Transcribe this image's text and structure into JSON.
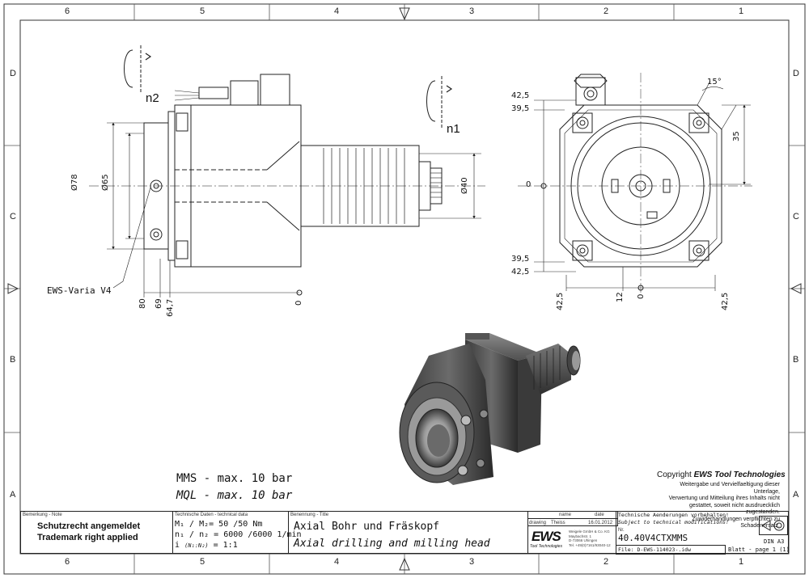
{
  "frame": {
    "zones_top": [
      "6",
      "5",
      "4",
      "3",
      "2",
      "1"
    ],
    "zones_bottom": [
      "6",
      "5",
      "4",
      "3",
      "2",
      "1"
    ],
    "zones_left": [
      "D",
      "C",
      "B",
      "A"
    ],
    "zones_right": [
      "D",
      "C",
      "B",
      "A"
    ]
  },
  "drawing": {
    "side_view": {
      "labels": {
        "n2": "n2",
        "n1": "n1",
        "interface": "EWS-Varia V4"
      },
      "dims": {
        "d78": "Ø78",
        "d65": "Ø65",
        "d40": "Ø40",
        "d80": "80",
        "d69": "69",
        "d647": "64,7",
        "d0": "0"
      }
    },
    "front_view": {
      "dims": {
        "a425": "42,5",
        "a395": "39,5",
        "zero_left": "0",
        "b395": "39,5",
        "b425": "42,5",
        "c425": "42,5",
        "c12": "12",
        "c0": "0",
        "c425b": "42,5",
        "angle": "15°",
        "h35": "35"
      }
    },
    "pressure": {
      "mms": "MMS - max. 10 bar",
      "mql": "MQL - max. 10 bar"
    },
    "copyright": {
      "head_prefix": "Copyright ",
      "head_brand": "EWS Tool Technologies",
      "lines": [
        "Weitergabe und Vervielfaeltigung dieser Unterlage,",
        "Verwertung und Mitteilung ihres Inhalts nicht",
        "gestattet, soweit nicht ausdruecklich zugestanden.",
        "Zuwiderhandlungen verpflichten zu Schadenersatz."
      ]
    }
  },
  "title_block": {
    "remark_header": "Bemerkung - Note",
    "remark_line1": "Schutzrecht angemeldet",
    "remark_line2": "Trademark right applied",
    "tech_header": "Technische Daten - technical data",
    "tech_line1": "M₁ / M₂= 50 /50  Nm",
    "tech_line2": "n₁ / n₂ = 6000 /6000  1/min",
    "tech_line3_prefix": "i",
    "tech_line3_sub": "(N₁:N₂)",
    "tech_line3_value": "= 1:1",
    "title_header": "Benennung - Title",
    "title_de": "Axial Bohr und Fräskopf",
    "title_en": "Axial drilling and milling head",
    "col_name": "name",
    "col_date": "date",
    "row_label": "drawing",
    "drawn_by": "Theiss",
    "drawn_date": "16.01.2012",
    "logo_text": "EWS",
    "logo_sub": "Tool Technologies",
    "company_lines": [
      "Weigele GmbH & Co. KG",
      "Maybachstr. 1",
      "D-73066 Uhingen",
      "Tel. +49(0)7161/93040-12"
    ],
    "change_line1": "Technische Aenderungen vorbehalten!",
    "change_line2": "Subject to technical modifications!",
    "nr_label": "Nr.",
    "part_number": "40.40V4CTXMMS",
    "sheet_size": "DIN A3",
    "file": "File: D-EWS-114023-.idw",
    "sheet_page": "Blatt - page  1 (1)"
  }
}
